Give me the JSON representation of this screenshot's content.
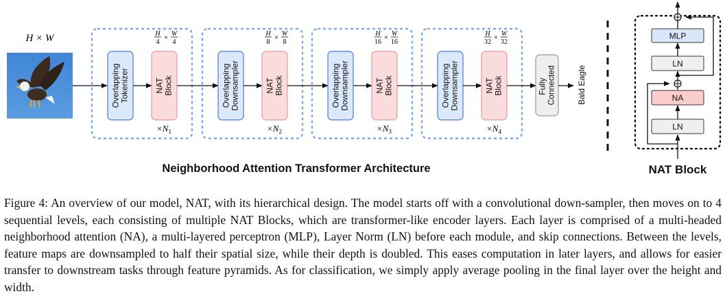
{
  "input": {
    "dims_label": "H × W",
    "image_alt": "bald eagle photo"
  },
  "stages": [
    {
      "first_label": "Overlapping Tokenizer",
      "first_lines": [
        "Overlapping",
        "Tokenizer"
      ],
      "block_lines": [
        "NAT",
        "Block"
      ],
      "res_top": "H",
      "res_bot_h": "4",
      "res_w": "W",
      "res_bot_w": "4",
      "repeat": "×N",
      "repeat_sub": "1"
    },
    {
      "first_label": "Overlapping Downsampler",
      "first_lines": [
        "Overlapping",
        "Downsampler"
      ],
      "block_lines": [
        "NAT",
        "Block"
      ],
      "res_top": "H",
      "res_bot_h": "8",
      "res_w": "W",
      "res_bot_w": "8",
      "repeat": "×N",
      "repeat_sub": "2"
    },
    {
      "first_label": "Overlapping Downsampler",
      "first_lines": [
        "Overlapping",
        "Downsampler"
      ],
      "block_lines": [
        "NAT",
        "Block"
      ],
      "res_top": "H",
      "res_bot_h": "16",
      "res_w": "W",
      "res_bot_w": "16",
      "repeat": "×N",
      "repeat_sub": "3"
    },
    {
      "first_label": "Overlapping Downsampler",
      "first_lines": [
        "Overlapping",
        "Downsampler"
      ],
      "block_lines": [
        "NAT",
        "Block"
      ],
      "res_top": "H",
      "res_bot_h": "32",
      "res_w": "W",
      "res_bot_w": "32",
      "repeat": "×N",
      "repeat_sub": "4"
    }
  ],
  "fc": {
    "lines": [
      "Fully",
      "Connected"
    ]
  },
  "output_label": "Bald Eagle",
  "arch_title": "Neighborhood Attention Transformer Architecture",
  "nat_block": {
    "title": "NAT Block",
    "mlp": "MLP",
    "ln_top": "LN",
    "na": "NA",
    "ln_bottom": "LN"
  },
  "caption": "Figure 4: An overview of our model, NAT, with its hierarchical design. The model starts off with a convolutional down-sampler, then moves on to 4 sequential levels, each consisting of multiple NAT Blocks, which are transformer-like encoder layers. Each layer is comprised of a multi-headed neighborhood attention (NA), a multi-layered perceptron (MLP), Layer Norm (LN) before each module, and skip connections. Between the levels, feature maps are downsampled to half their spatial size, while their depth is doubled. This eases computation in later layers, and allows for easier transfer to downstream tasks through feature pyramids. As for classification, we simply apply average pooling in the final layer over the height and width.",
  "colors": {
    "stage_border": "#7aa7ee",
    "first_fill": "#dce8fb",
    "first_stroke": "#4a7bd0",
    "nat_fill": "#fbdcdc",
    "nat_stroke": "#e29a9a",
    "fc_fill": "#eeeeee",
    "fc_stroke": "#9a9a9a",
    "na_fill": "#fbcccc",
    "mlp_fill": "#d9e6fa",
    "ln_fill": "#efefef"
  }
}
